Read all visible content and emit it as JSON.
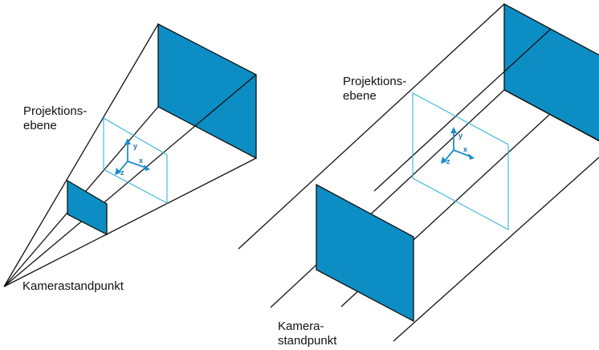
{
  "colors": {
    "face_fill": "#0c8ec4",
    "edge": "#111111",
    "projection_plane": "#3ab6d9",
    "axis": "#1c8fcf"
  },
  "perspective": {
    "plane_label_line1": "Projektions-",
    "plane_label_line2": "ebene",
    "camera_label": "Kamerastandpunkt",
    "axes": {
      "x": "x",
      "y": "y",
      "z": "z"
    }
  },
  "parallel": {
    "plane_label_line1": "Projektions-",
    "plane_label_line2": "ebene",
    "camera_label_line1": "Kamera-",
    "camera_label_line2": "standpunkt",
    "axes": {
      "x": "x",
      "y": "y",
      "z": "z"
    }
  }
}
